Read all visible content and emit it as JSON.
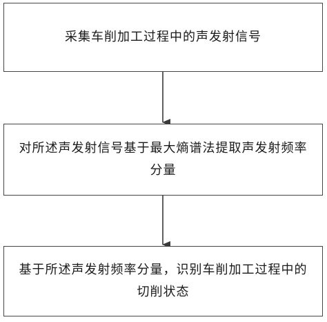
{
  "flowchart": {
    "steps": [
      {
        "text": "采集车削加工过程中的声发射信号"
      },
      {
        "text": "对所述声发射信号基于最大熵谱法提取声发射频率分量"
      },
      {
        "text": "基于所述声发射频率分量，识别车削加工过程中的切削状态"
      }
    ],
    "colors": {
      "border": "#444444",
      "arrow": "#3a3a3a",
      "text": "#1a1a1a",
      "background": "#ffffff"
    }
  }
}
